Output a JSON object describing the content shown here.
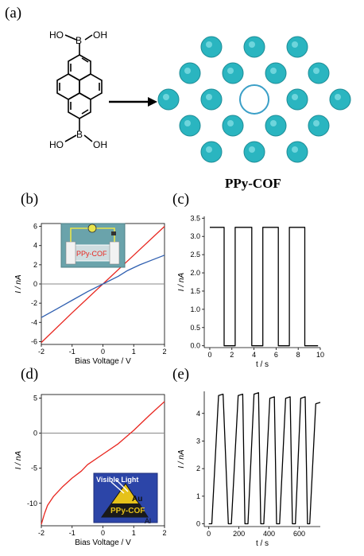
{
  "figure": {
    "panel_a_label": "(a)",
    "panel_b_label": "(b)",
    "panel_c_label": "(c)",
    "panel_d_label": "(d)",
    "panel_e_label": "(e)",
    "cof_name": "PPy-COF",
    "boronic_top": {
      "ho": "HO",
      "b": "B",
      "oh": "OH"
    },
    "boronic_bottom": {
      "ho": "HO",
      "b": "B",
      "oh": "OH"
    },
    "device_b_label": "PPy-COF",
    "device_d_visible": "Visible Light",
    "device_d_au": "Au",
    "device_d_cof": "PPy-COF",
    "device_d_al": "Al",
    "colors": {
      "red": "#e8261f",
      "blue": "#2f5fb0",
      "black": "#000000",
      "gray": "#888888",
      "teal": "#2ab5c0",
      "panel": "#5f9ea8"
    }
  },
  "chart_data": [
    {
      "id": "b",
      "type": "line",
      "xlabel": "Bias Voltage / V",
      "ylabel": "I / nA",
      "xlim": [
        -2,
        2
      ],
      "ylim": [
        -6.3,
        6.3
      ],
      "xticks": [
        "-2",
        "-1",
        "0",
        "1",
        "2"
      ],
      "xtick_values": [
        -2,
        -1,
        0,
        1,
        2
      ],
      "yticks": [
        "-6",
        "-4",
        "-2",
        "0",
        "2",
        "4",
        "6"
      ],
      "ytick_values": [
        -6,
        -4,
        -2,
        0,
        2,
        4,
        6
      ],
      "series": [
        {
          "color": "#e8261f",
          "x": [
            -2,
            -1,
            0,
            1,
            2
          ],
          "y": [
            -6.1,
            -3.0,
            0,
            3.0,
            6.0
          ]
        },
        {
          "color": "#2f5fb0",
          "x": [
            -2,
            -1.5,
            -1,
            -0.5,
            0,
            0.5,
            0.8,
            1.2,
            1.6,
            2
          ],
          "y": [
            -3.5,
            -2.6,
            -1.7,
            -0.8,
            0,
            0.8,
            1.4,
            2.0,
            2.5,
            3.0
          ]
        }
      ]
    },
    {
      "id": "c",
      "type": "line",
      "xlabel": "t / s",
      "ylabel": "I / nA",
      "xlim": [
        -0.5,
        10
      ],
      "ylim": [
        -0.05,
        3.55
      ],
      "xticks": [
        "0",
        "2",
        "4",
        "6",
        "8",
        "10"
      ],
      "xtick_values": [
        0,
        2,
        4,
        6,
        8,
        10
      ],
      "yticks": [
        "0.0",
        "0.5",
        "1.0",
        "1.5",
        "2.0",
        "2.5",
        "3.0",
        "3.5"
      ],
      "ytick_values": [
        0,
        0.5,
        1,
        1.5,
        2,
        2.5,
        3,
        3.5
      ],
      "series": [
        {
          "color": "#000000",
          "x": [
            0,
            1.3,
            1.3,
            2.3,
            2.3,
            3.8,
            3.8,
            4.8,
            4.8,
            6.2,
            6.2,
            7.2,
            7.2,
            8.6,
            8.6,
            9.8
          ],
          "y": [
            3.25,
            3.25,
            0,
            0,
            3.25,
            3.25,
            0,
            0,
            3.25,
            3.25,
            0,
            0,
            3.25,
            3.25,
            0,
            0
          ]
        }
      ]
    },
    {
      "id": "d",
      "type": "line",
      "xlabel": "Bias Voltage / V",
      "ylabel": "I / nA",
      "xlim": [
        -2,
        2
      ],
      "ylim": [
        -13.2,
        5.5
      ],
      "xticks": [
        "-2",
        "-1",
        "0",
        "1",
        "2"
      ],
      "xtick_values": [
        -2,
        -1,
        0,
        1,
        2
      ],
      "yticks": [
        "-10",
        "-5",
        "0",
        "5"
      ],
      "ytick_values": [
        -10,
        -5,
        0,
        5
      ],
      "series": [
        {
          "color": "#e8261f",
          "x": [
            -2,
            -1.9,
            -1.8,
            -1.6,
            -1.3,
            -1,
            -0.7,
            -0.5,
            0,
            0.5,
            1,
            1.5,
            2
          ],
          "y": [
            -13,
            -11.5,
            -10.3,
            -9.0,
            -7.6,
            -6.4,
            -5.4,
            -4.5,
            -3.0,
            -1.5,
            0.4,
            2.5,
            4.5
          ]
        }
      ]
    },
    {
      "id": "e",
      "type": "line",
      "xlabel": "t / s",
      "ylabel": "I / nA",
      "xlim": [
        -30,
        740
      ],
      "ylim": [
        -0.1,
        4.8
      ],
      "xticks": [
        "0",
        "200",
        "400",
        "600"
      ],
      "xtick_values": [
        0,
        200,
        400,
        600
      ],
      "yticks": [
        "0",
        "1",
        "2",
        "3",
        "4"
      ],
      "ytick_values": [
        0,
        1,
        2,
        3,
        4
      ],
      "series": [
        {
          "color": "#000000",
          "x": [
            0,
            20,
            65,
            95,
            130,
            150,
            195,
            225,
            240,
            260,
            300,
            330,
            345,
            365,
            405,
            435,
            450,
            470,
            510,
            540,
            555,
            575,
            610,
            640,
            655,
            670,
            710,
            740
          ],
          "y": [
            0,
            0,
            4.65,
            4.7,
            0,
            0,
            4.65,
            4.7,
            0,
            0,
            4.7,
            4.75,
            0,
            0,
            4.55,
            4.6,
            0,
            0,
            4.55,
            4.6,
            0,
            0,
            4.55,
            4.6,
            0,
            0,
            4.35,
            4.4
          ]
        }
      ]
    }
  ]
}
